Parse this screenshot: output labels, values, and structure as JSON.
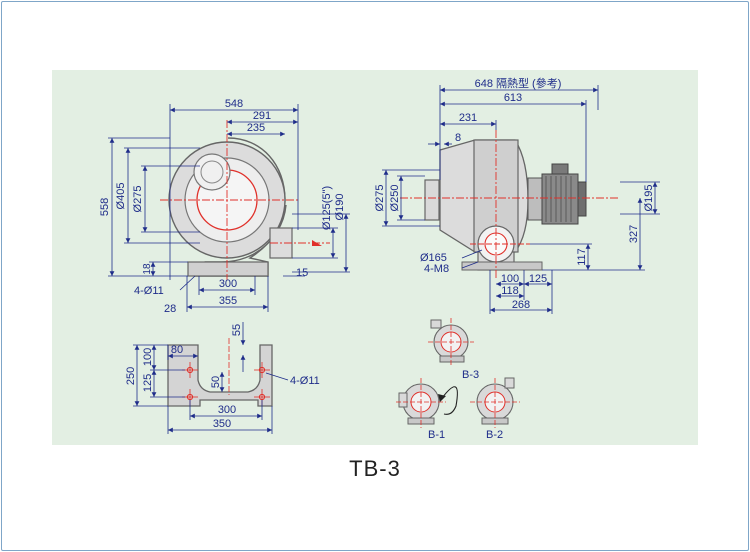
{
  "caption": "TB-3",
  "colors": {
    "panel": "#e3efe3",
    "dimension": "#1f2d8a",
    "centerline": "#e0302a",
    "outline": "#666666",
    "body": "#d9d9d9"
  },
  "front_view": {
    "top_dims": [
      "548",
      "291",
      "235"
    ],
    "left_dims": [
      "558",
      "Ø405",
      "Ø275",
      "18"
    ],
    "right_dims": [
      "Ø125(5\")",
      "Ø190",
      "15"
    ],
    "bottom_dims": [
      "4-Ø11",
      "300",
      "28",
      "355"
    ]
  },
  "side_view": {
    "top_dims": [
      "648 隔熱型 (參考)",
      "613",
      "231",
      "8"
    ],
    "left_dims": [
      "Ø275",
      "Ø250",
      "Ø165",
      "4-M8"
    ],
    "right_dims": [
      "Ø195",
      "327",
      "117"
    ],
    "bottom_dims": [
      "100",
      "125",
      "118",
      "268"
    ]
  },
  "base_view": {
    "dims": [
      "80",
      "55",
      "250",
      "100",
      "125",
      "50",
      "4-Ø11",
      "300",
      "350"
    ]
  },
  "orientation": {
    "labels": [
      "B-3",
      "B-1",
      "B-2"
    ]
  }
}
